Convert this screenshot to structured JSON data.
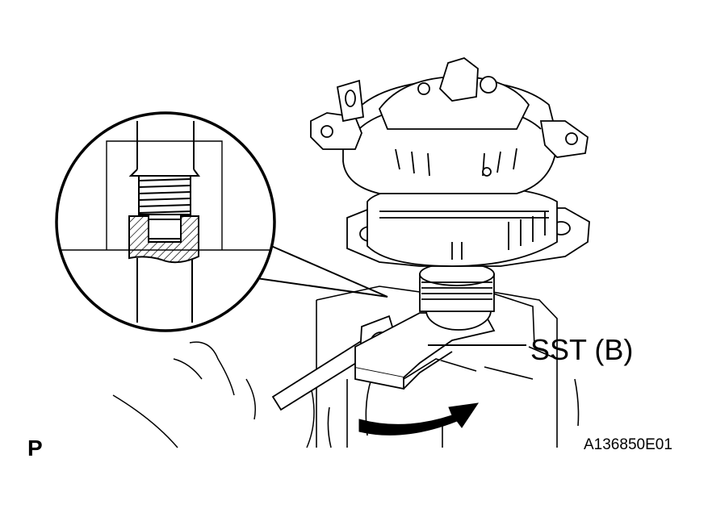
{
  "labels": {
    "tool": "SST (B)",
    "view": "P",
    "figure_id": "A136850E01"
  },
  "colors": {
    "ink": "#000000",
    "paper": "#ffffff"
  }
}
